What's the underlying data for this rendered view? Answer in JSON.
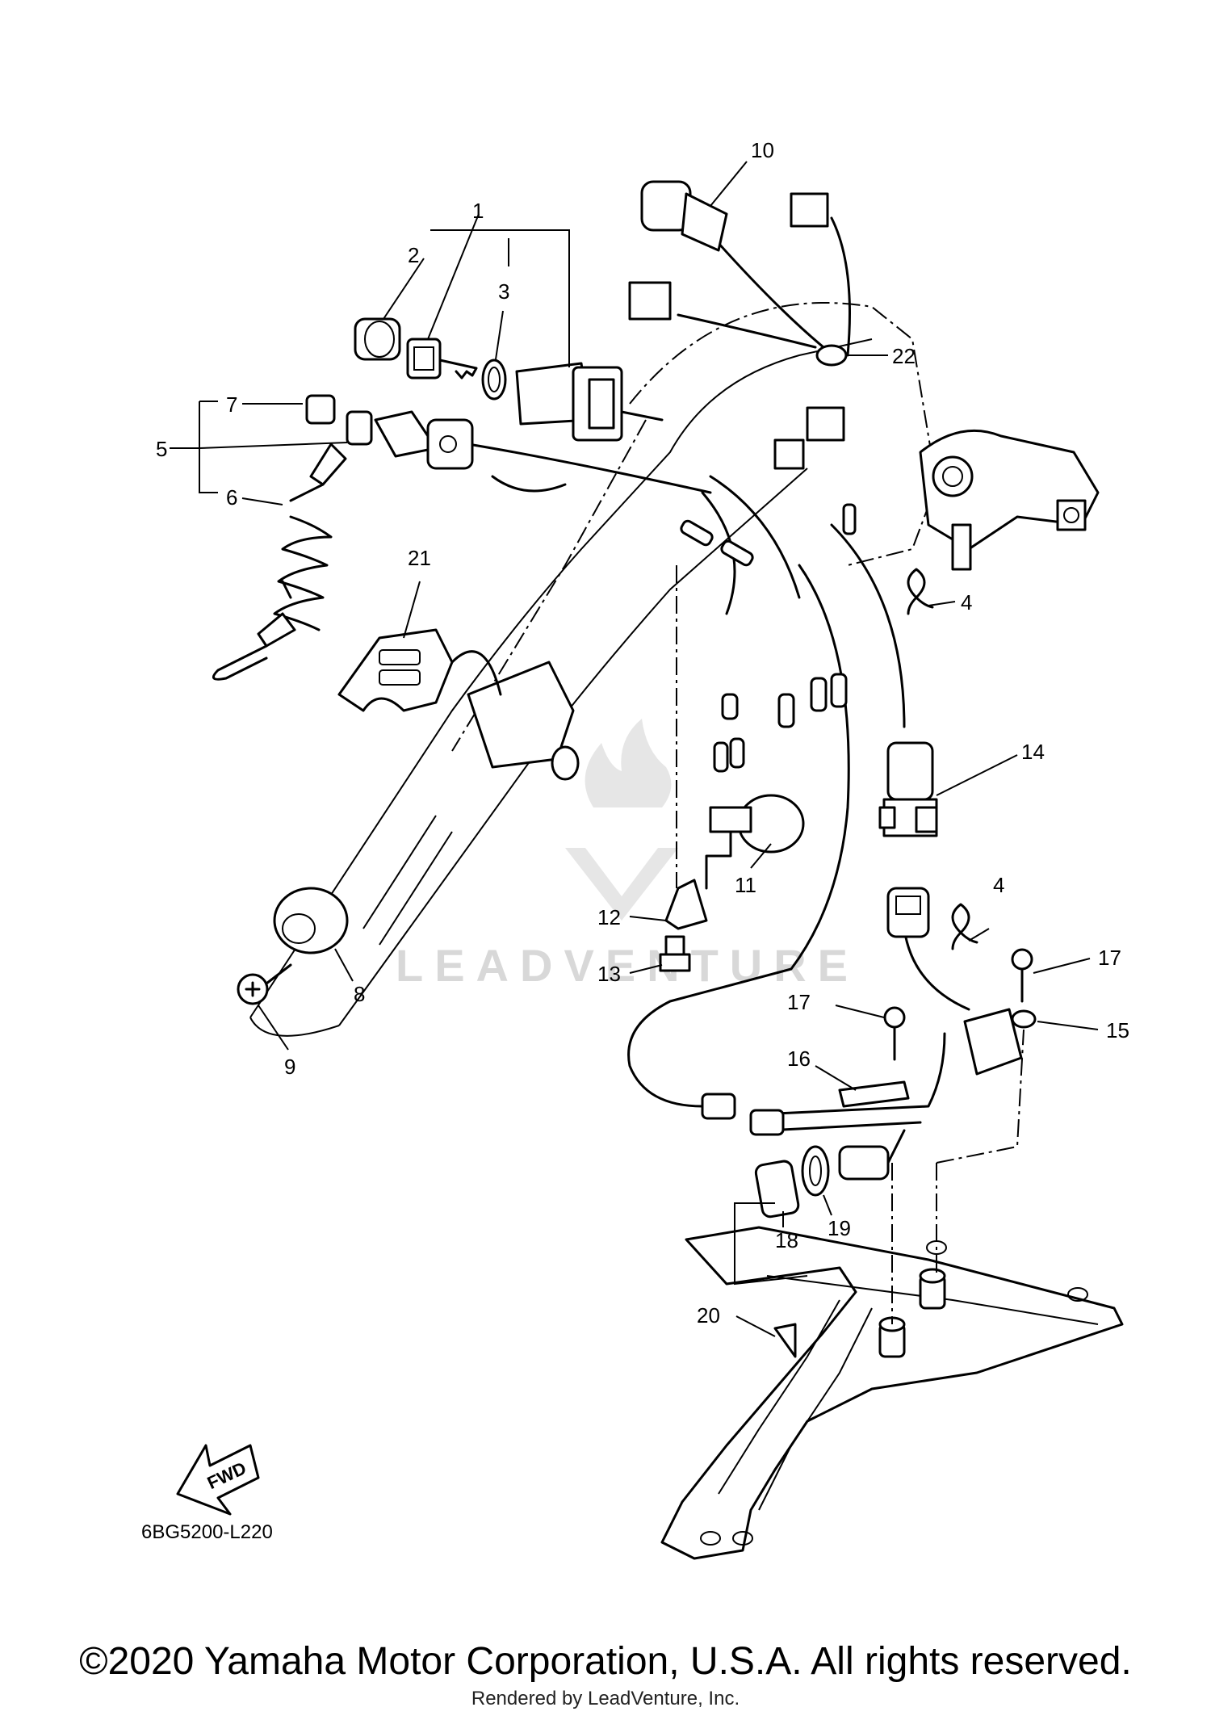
{
  "diagram": {
    "callouts": [
      "1",
      "2",
      "3",
      "4",
      "4",
      "5",
      "6",
      "7",
      "8",
      "9",
      "10",
      "11",
      "12",
      "13",
      "14",
      "15",
      "16",
      "17",
      "17",
      "18",
      "19",
      "20",
      "21",
      "22"
    ],
    "drawing_code": "6BG5200-L220",
    "fwd_label": "FWD",
    "watermark": "LEADVENTURE"
  },
  "footer": {
    "copyright": "©2020 Yamaha Motor Corporation, U.S.A. All rights reserved.",
    "rendered_by": "Rendered by LeadVenture, Inc."
  }
}
